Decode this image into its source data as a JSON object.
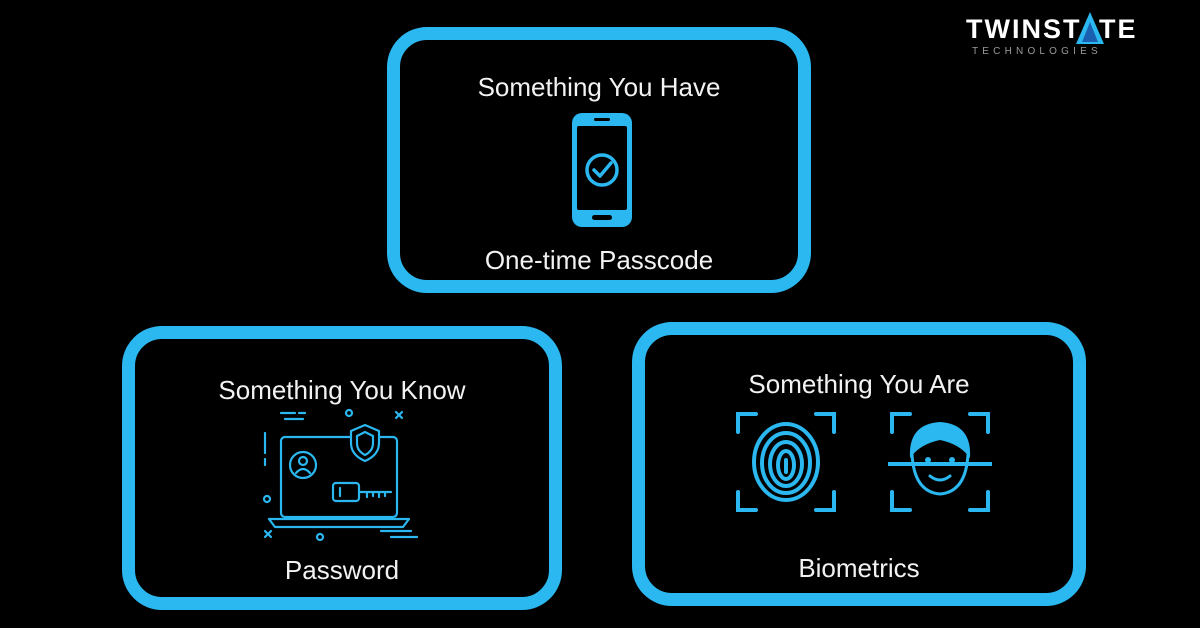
{
  "logo": {
    "main": "TWINSTATE",
    "sub": "TECHNOLOGIES"
  },
  "factors": [
    {
      "title": "Something You Have",
      "label": "One-time Passcode",
      "icons": [
        "smartphone-check-icon"
      ]
    },
    {
      "title": "Something You Know",
      "label": "Password",
      "icons": [
        "laptop-key-icon"
      ]
    },
    {
      "title": "Something You Are",
      "label": "Biometrics",
      "icons": [
        "fingerprint-icon",
        "face-scan-icon"
      ]
    }
  ],
  "colors": {
    "accent": "#2bb7ef",
    "background": "#000000",
    "text": "#f2f2f2"
  }
}
